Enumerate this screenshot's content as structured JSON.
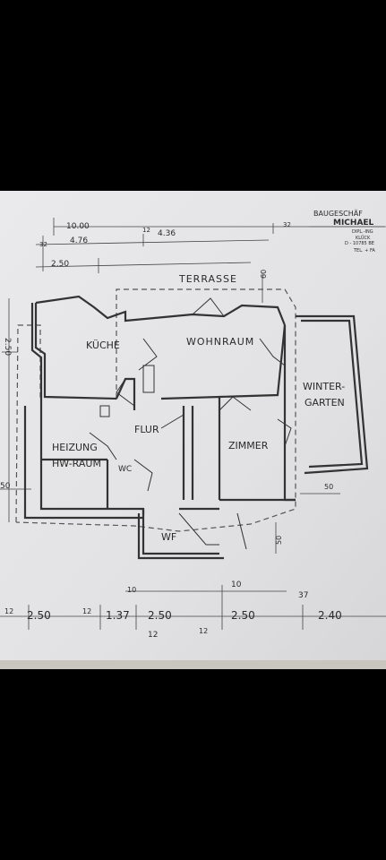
{
  "rooms": {
    "terrasse": "TERRASSE",
    "kueche": "KÜCHE",
    "wohnraum": "WOHNRAUM",
    "wintergarten_1": "WINTER-",
    "wintergarten_2": "GARTEN",
    "flur": "FLUR",
    "heizung_1": "HEIZUNG",
    "heizung_2": "HW-RAUM",
    "wc": "WC",
    "zimmer": "ZIMMER",
    "wf": "WF"
  },
  "dimensions": {
    "top_total": "10.00",
    "top_a": "4.76",
    "top_b": "4.36",
    "top_c": "2.50",
    "top_d": "32",
    "top_e": "12",
    "top_f": "32",
    "left_a": "2.50",
    "left_b": "50",
    "right_a": "50",
    "right_b": "50",
    "right_c": "60",
    "bottom_a": "2.50",
    "bottom_b": "1.37",
    "bottom_c": "2.50",
    "bottom_d": "2.50",
    "bottom_e": "2.40",
    "bottom_f": "12",
    "bottom_g": "12",
    "bottom_h": "12",
    "bottom_i": "12",
    "bottom_j": "37",
    "bottom_k": "10",
    "bottom_l": "10"
  },
  "stamp": {
    "line1": "BAUGESCHÄF",
    "line2": "MICHAEL",
    "line3": "DIPL.-ING",
    "line4": "KLÜCK",
    "line5": "D - 10785 BE",
    "line6": "TEL. + FA"
  },
  "colors": {
    "paper": "#e4e4e6",
    "ink": "#2b2b2b",
    "background": "#000000"
  }
}
